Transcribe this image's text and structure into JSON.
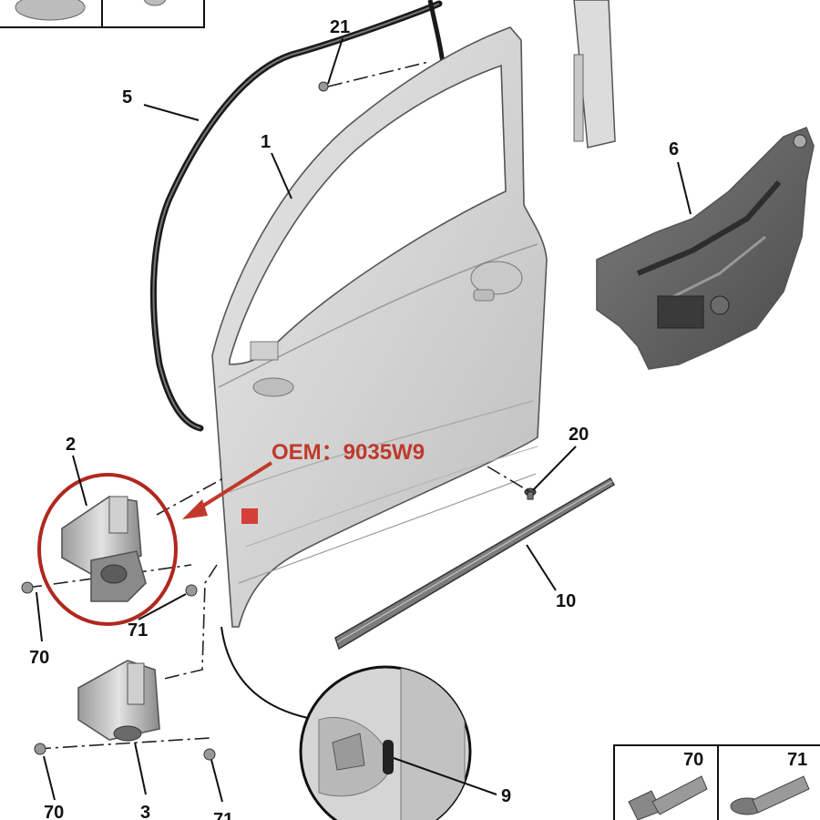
{
  "annotation": {
    "oem_text": "OEM：9035W9",
    "color": "#c0392b"
  },
  "callouts": {
    "p1": "1",
    "p2": "2",
    "p3": "3",
    "p5": "5",
    "p6": "6",
    "p9": "9",
    "p10": "10",
    "p20": "20",
    "p21": "21",
    "p70a": "70",
    "p70b": "70",
    "p71a": "71",
    "p71b": "71"
  },
  "legend": {
    "bolt_70": "70",
    "bolt_71": "71"
  }
}
